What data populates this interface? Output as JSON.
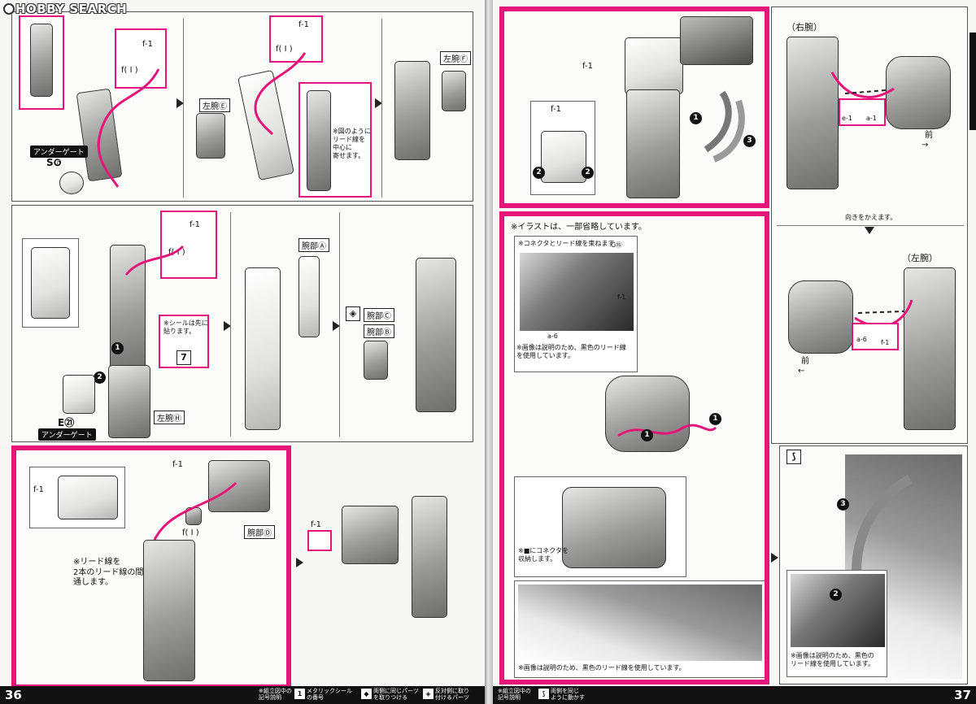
{
  "watermark": {
    "text": "HOBBY SEARCH"
  },
  "left_page": {
    "page_number": "36",
    "row1": {
      "step1": {
        "wire_tag": "f-1",
        "connector_tag": "f( I )",
        "undergate_tag": "アンダーゲート",
        "part_code": "S❻"
      },
      "step2": {
        "arm_label": "左腕Ⓔ",
        "wire_tag": "f-1",
        "connector_tag": "f( I )",
        "note": "※図のように\nリード線を\n中心に\n寄せます。"
      },
      "step3": {
        "arm_label": "左腕Ⓕ"
      }
    },
    "row2": {
      "step1": {
        "wire_tag": "f-1",
        "connector_tag": "f( I )",
        "sticker_note": "※シールは先に\n貼ります。",
        "sticker_num": "7",
        "marker1": "1",
        "marker2": "2",
        "part_code": "E㉑",
        "undergate_tag": "アンダーゲート",
        "arm_label": "左腕Ⓗ"
      },
      "step2": {
        "arm_label": "腕部Ⓐ"
      },
      "step3": {
        "label_c": "腕部Ⓒ",
        "label_b": "腕部Ⓑ"
      }
    },
    "row3": {
      "wire_tag_a": "f-1",
      "wire_tag_b": "f-1",
      "connector_tag": "f( I )",
      "arm_label": "腕部Ⓓ",
      "note": "※リード線を\n2本のリード線の間に\n通します。",
      "wire_tag_c": "f-1"
    },
    "footer": {
      "title": "※組立図中の\n記号説明",
      "items": [
        {
          "icon": "1",
          "icon_name": "metallic-sticker-icon",
          "text": "メタリックシール\nの番号"
        },
        {
          "icon": "◆",
          "icon_name": "both-sides-icon",
          "text": "両側に同じパーツ\nを取りつける"
        },
        {
          "icon": "◈",
          "icon_name": "opposite-side-icon",
          "text": "反対側に取り\n付けるパーツ"
        }
      ]
    }
  },
  "right_page": {
    "page_number": "37",
    "top_left": {
      "wire_tag": "f-1",
      "inset_tag": "f-1",
      "marker_1": "1",
      "marker_3": "3",
      "marker_2a": "2",
      "marker_2b": "2"
    },
    "top_right": {
      "right_arm_label": "（右腕）",
      "tag_e1": "e-1",
      "tag_a1": "a-1",
      "front_a": "前",
      "turn_note": "向きをかえます。",
      "left_arm_label": "（左腕）",
      "tag_a6": "a-6",
      "tag_f1": "f-1",
      "front_b": "前"
    },
    "middle_left": {
      "omit_note": "※イラストは、一部省略しています。",
      "bundle_note": "※コネクタとリード線を束ねます。",
      "tag_c": "C⑮",
      "tag_f1": "f-1",
      "tag_a6": "a-6",
      "photo_note": "※画像は説明のため、黒色のリード線\nを使用しています。",
      "marker_1a": "1",
      "marker_1b": "1",
      "connector_note": "※■にコネクタを\n収納します。",
      "bottom_note": "※画像は説明のため、黒色のリード線を使用しています。"
    },
    "bottom_right": {
      "icon_label": "⟆",
      "marker_3": "3",
      "marker_2": "2",
      "photo_note": "※画像は説明のため、黒色の\nリード線を使用しています。"
    },
    "footer": {
      "title": "※組立図中の\n記号説明",
      "items": [
        {
          "icon": "⟆",
          "icon_name": "move-both-icon",
          "text": "両側を同じ\nように動かす"
        }
      ]
    }
  },
  "colors": {
    "accent": "#e5157a",
    "ink": "#111111",
    "paper": "#f7f7f5"
  }
}
